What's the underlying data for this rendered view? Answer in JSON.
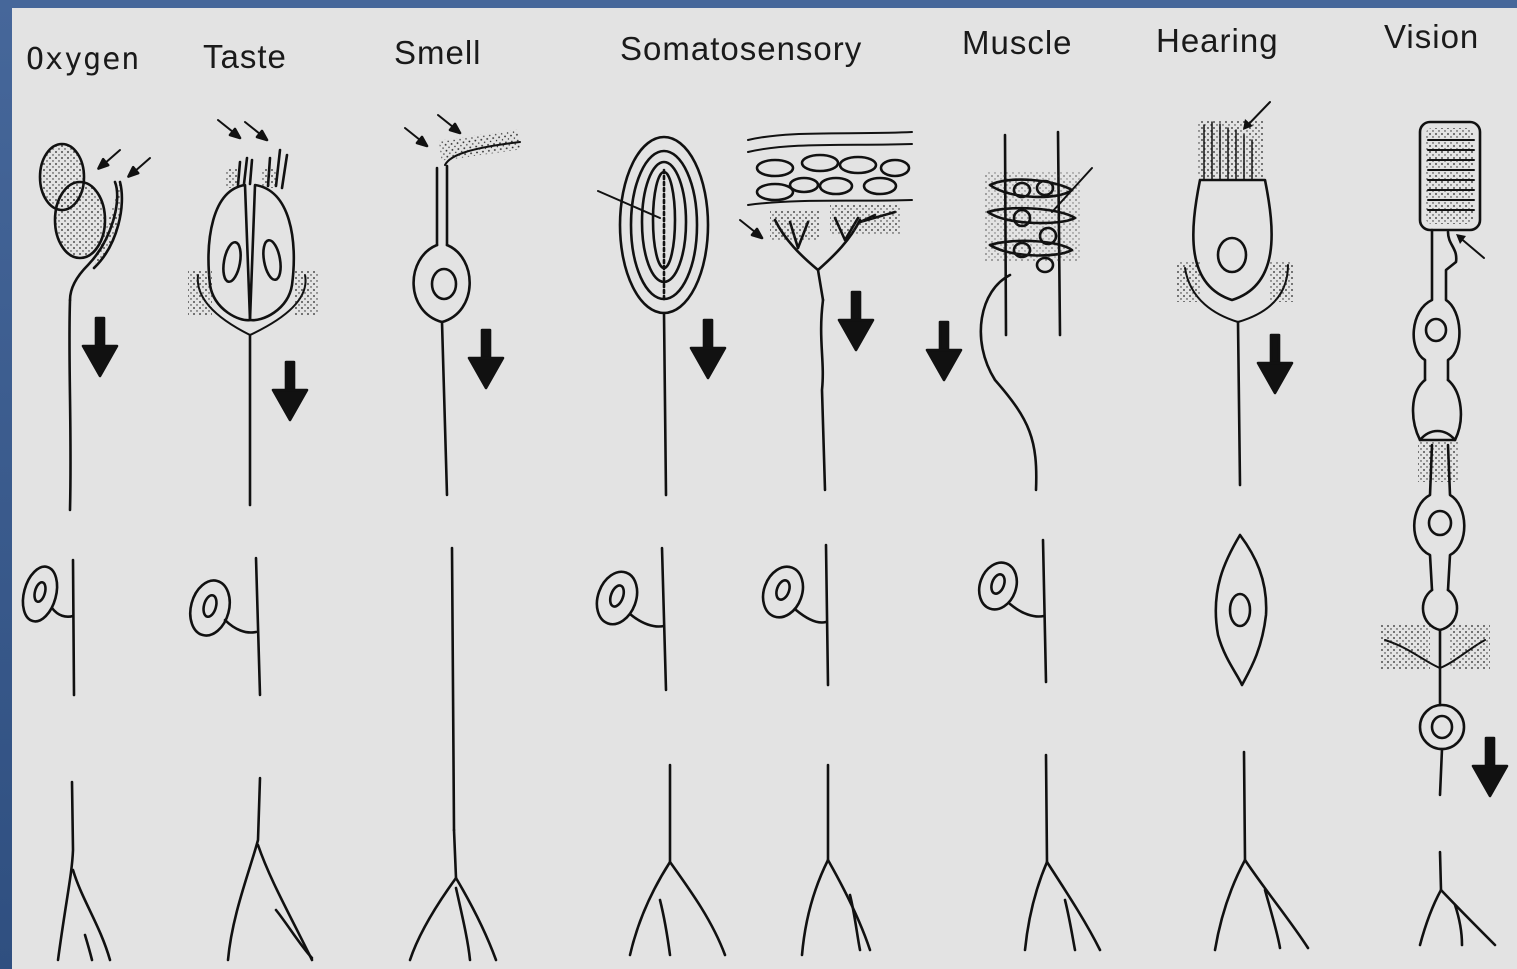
{
  "labels": {
    "oxygen": "Oxygen",
    "taste": "Taste",
    "smell": "Smell",
    "somatosensory": "Somatosensory",
    "muscle": "Muscle",
    "hearing": "Hearing",
    "vision": "Vision"
  },
  "colors": {
    "frame": "#3a5a8c",
    "paper": "#e3e3e3",
    "ink": "#111111"
  }
}
